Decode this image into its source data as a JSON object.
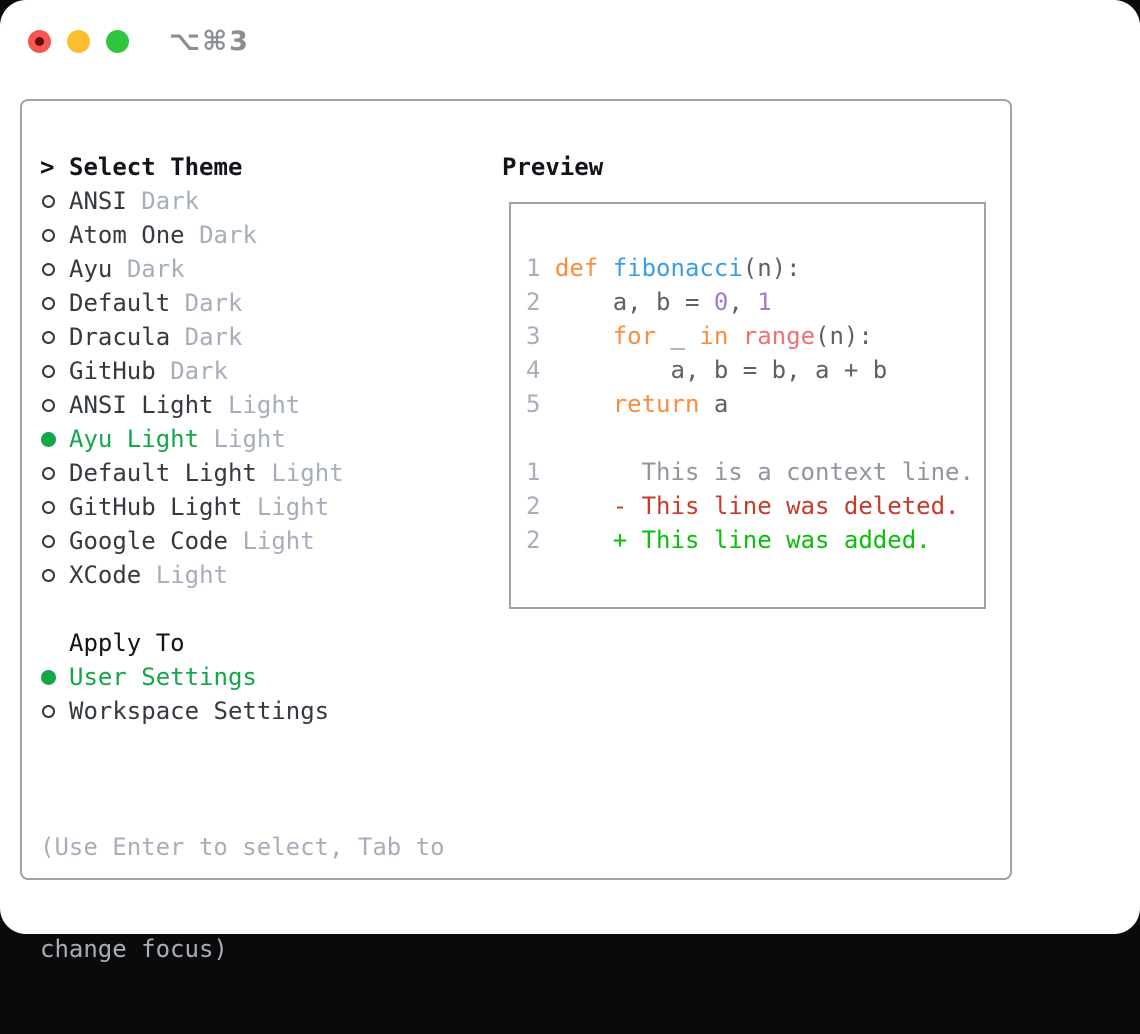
{
  "titlebar": {
    "shortcut": "⌥⌘3",
    "traffic_lights": [
      {
        "name": "close",
        "color_key": "traffic_red"
      },
      {
        "name": "minimize",
        "color_key": "traffic_yellow"
      },
      {
        "name": "zoom",
        "color_key": "traffic_green"
      }
    ]
  },
  "theme_list": {
    "header_marker": ">",
    "header_label": "Select Theme",
    "items": [
      {
        "name": "ANSI",
        "variant": "Dark",
        "selected": false
      },
      {
        "name": "Atom One",
        "variant": "Dark",
        "selected": false
      },
      {
        "name": "Ayu",
        "variant": "Dark",
        "selected": false
      },
      {
        "name": "Default",
        "variant": "Dark",
        "selected": false
      },
      {
        "name": "Dracula",
        "variant": "Dark",
        "selected": false
      },
      {
        "name": "GitHub",
        "variant": "Dark",
        "selected": false
      },
      {
        "name": "ANSI Light",
        "variant": "Light",
        "selected": false
      },
      {
        "name": "Ayu Light",
        "variant": "Light",
        "selected": true
      },
      {
        "name": "Default Light",
        "variant": "Light",
        "selected": false
      },
      {
        "name": "GitHub Light",
        "variant": "Light",
        "selected": false
      },
      {
        "name": "Google Code",
        "variant": "Light",
        "selected": false
      },
      {
        "name": "XCode",
        "variant": "Light",
        "selected": false
      }
    ]
  },
  "apply_to": {
    "header": "Apply To",
    "options": [
      {
        "label": "User Settings",
        "selected": true
      },
      {
        "label": "Workspace Settings",
        "selected": false
      }
    ]
  },
  "help": {
    "line1": "(Use Enter to select, Tab to",
    "line2": "change focus)"
  },
  "preview": {
    "header": "Preview",
    "code_lines": [
      {
        "num": "1",
        "tokens": [
          {
            "t": "def ",
            "c": "keyword"
          },
          {
            "t": "fibonacci",
            "c": "function"
          },
          {
            "t": "(n):",
            "c": "default"
          }
        ]
      },
      {
        "num": "2",
        "tokens": [
          {
            "t": "    a, b = ",
            "c": "default"
          },
          {
            "t": "0",
            "c": "number"
          },
          {
            "t": ", ",
            "c": "default"
          },
          {
            "t": "1",
            "c": "number"
          }
        ]
      },
      {
        "num": "3",
        "tokens": [
          {
            "t": "    ",
            "c": "default"
          },
          {
            "t": "for",
            "c": "keyword"
          },
          {
            "t": " _ ",
            "c": "default"
          },
          {
            "t": "in",
            "c": "keyword"
          },
          {
            "t": " ",
            "c": "default"
          },
          {
            "t": "range",
            "c": "support"
          },
          {
            "t": "(n):",
            "c": "default"
          }
        ]
      },
      {
        "num": "4",
        "tokens": [
          {
            "t": "        a, b = b, a + b",
            "c": "default"
          }
        ]
      },
      {
        "num": "5",
        "tokens": [
          {
            "t": "    ",
            "c": "default"
          },
          {
            "t": "return",
            "c": "keyword"
          },
          {
            "t": " a",
            "c": "default"
          }
        ]
      },
      {
        "num": "",
        "tokens": []
      },
      {
        "num": "1",
        "tokens": [
          {
            "t": "      This is a context line.",
            "c": "context"
          }
        ]
      },
      {
        "num": "2",
        "tokens": [
          {
            "t": "    - This line was deleted.",
            "c": "deleted"
          }
        ]
      },
      {
        "num": "2",
        "tokens": [
          {
            "t": "    + This line was added.",
            "c": "added"
          }
        ]
      }
    ]
  },
  "colors": {
    "ui_green": "#13a74a",
    "text_dark": "#343a40",
    "text_heading": "#111418",
    "text_muted": "#a6aeba",
    "border": "#9ba3ad",
    "shortcut_gray": "#8a8f94",
    "traffic_red": "#f6564f",
    "traffic_red_dot": "#5c0e07",
    "traffic_yellow": "#fcbd2f",
    "traffic_green": "#2fc53f",
    "syntax": {
      "keyword": "#fa8d3e",
      "function": "#399ee6",
      "number": "#a37acc",
      "support": "#f07171",
      "default": "#5c6166",
      "linenum": "#a6aeba",
      "context": "#8f969e",
      "deleted": "#c43c2b",
      "added": "#0abf0a"
    }
  }
}
